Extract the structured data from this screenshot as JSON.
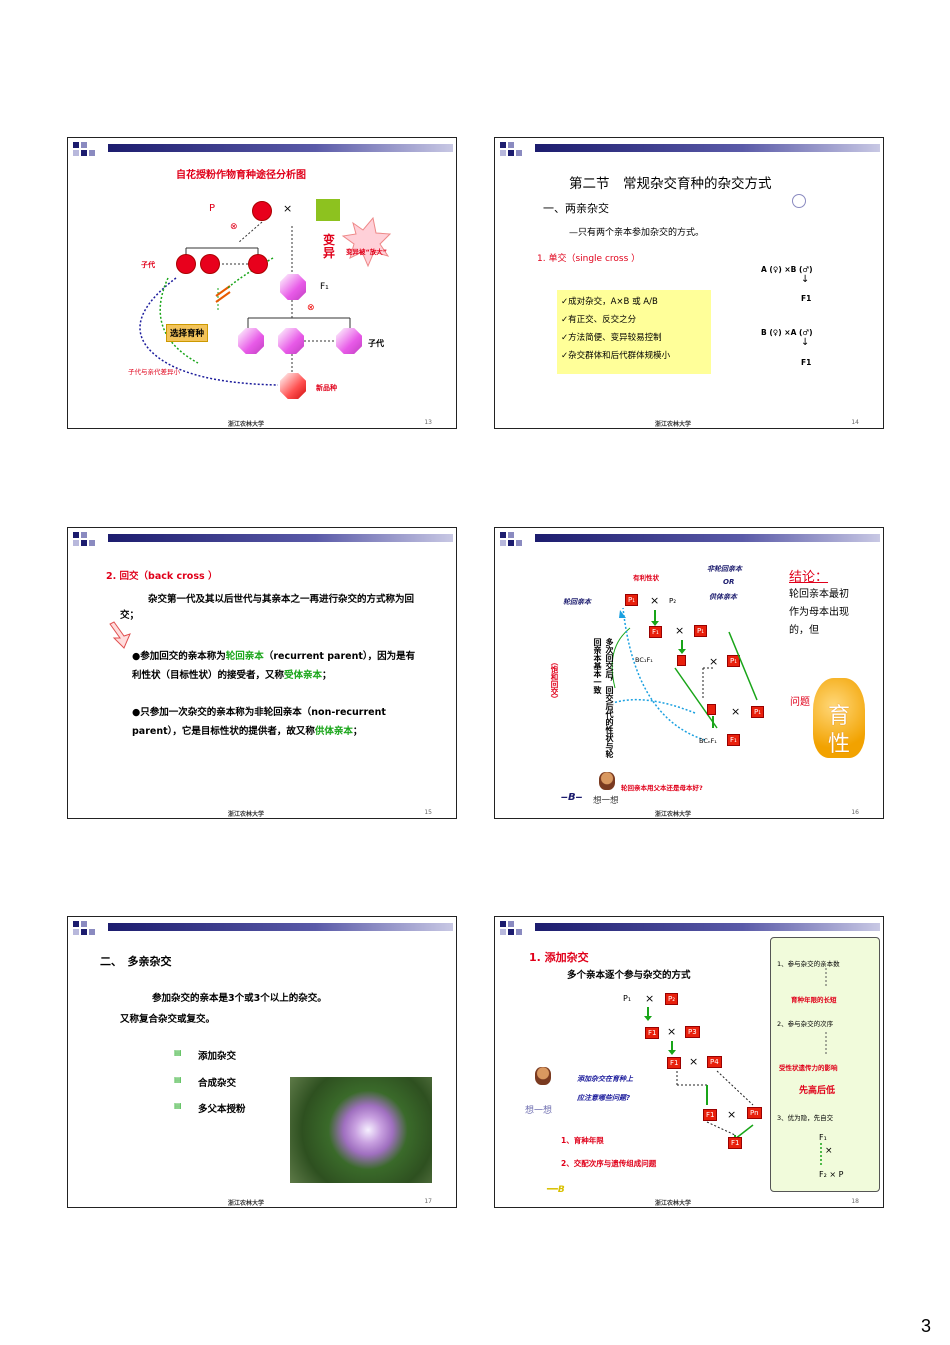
{
  "page_number": "3",
  "footer_university": "浙江农林大学",
  "slides": {
    "s13": {
      "title": "自花授粉作物育种途径分析图",
      "p_label": "P",
      "cross": "×",
      "self": "⊗",
      "f1_label": "F₁",
      "zidai_left": "子代",
      "zidai_right": "子代",
      "select_label": "选择育种",
      "bianyi": "变异",
      "bianyi_fangda": "变异被“放大”",
      "diff_small": "子代与亲代差异小",
      "new_variety": "新品种",
      "num": "13"
    },
    "s14": {
      "title": "第二节　常规杂交育种的杂交方式",
      "sec1": "一、两亲杂交",
      "desc": "—只有两个亲本参加杂交的方式。",
      "single_cross": "1. 单交（single cross ）",
      "bullets": [
        "✓成对杂交，A×B 或 A/B",
        "✓有正交、反交之分",
        "✓方法简便、变异较易控制",
        "✓杂交群体和后代群体规模小"
      ],
      "cross1": "A (♀) ×B (♂)",
      "f1a": "F1",
      "cross2": "B (♀) ×A (♂)",
      "f1b": "F1",
      "arrow": "↓",
      "num": "14"
    },
    "s15": {
      "title": "2. 回交（back cross ）",
      "p1": "杂交第一代及其以后世代与其亲本之一再进行杂交的方式称为回交；",
      "b1_pre": "●参加回交的亲本称为",
      "b1_hl": "轮回亲本",
      "b1_mid": "（recurrent parent），因为是有利性状（目标性状）的接受者，又称",
      "b1_hl2": "受体亲本",
      "b1_end": "；",
      "b2_pre": "●只参加一次杂交的亲本称为非轮回亲本（non-recurrent parent），它是目标性状的提供者，故又称",
      "b2_hl": "供体亲本",
      "b2_end": "；",
      "num": "15"
    },
    "s16": {
      "recurrent": "轮回亲本",
      "favorable": "有利性状",
      "nonrec": "非轮回亲本",
      "or": "OR",
      "donor": "供体亲本",
      "p1": "P₁",
      "p2": "P₂",
      "f1": "F₁",
      "bc1f1": "BC₁F₁",
      "bcnf1": "BCₙF₁",
      "vert_text": "多次回交后，回交后代的性状与轮回亲本基本一致",
      "vert_red": "（饱和回交）",
      "conclusion_title": "结论：",
      "conclusion": "轮回亲本最初作为母本出现的，但",
      "wenti": "问题",
      "big_char1": "育",
      "big_char2": "性",
      "question": "轮回亲本用父本还是母本好?",
      "think": "想一想",
      "num": "16"
    },
    "s17": {
      "title": "二、　多亲杂交",
      "p1": "参加杂交的亲本是3个或3个以上的杂交。",
      "p2": "又称复合杂交或复交。",
      "items": [
        "添加杂交",
        "合成杂交",
        "多父本授粉"
      ],
      "num": "17"
    },
    "s18": {
      "title": "1. 添加杂交",
      "subtitle": "多个亲本逐个参与杂交的方式",
      "p1": "P₁",
      "p2": "P₂",
      "f1": "F1",
      "p3": "P3",
      "p4": "P4",
      "pn": "Pn",
      "q1": "添加杂交在育种上",
      "q2": "应注意哪些问题?",
      "think": "想一想",
      "a1": "1、育种年限",
      "a2": "2、交配次序与遗传组成问题",
      "scroll1": "1、参与杂交的亲本数",
      "scroll2": "育种年限的长短",
      "scroll3": "2、参与杂交的次序",
      "scroll4": "受性状遗传力的影响",
      "scroll5": "先高后低",
      "scroll6": "3、优为隐，先自交",
      "f1s": "F₁",
      "f2p": "F₂ × P",
      "num": "18"
    }
  }
}
